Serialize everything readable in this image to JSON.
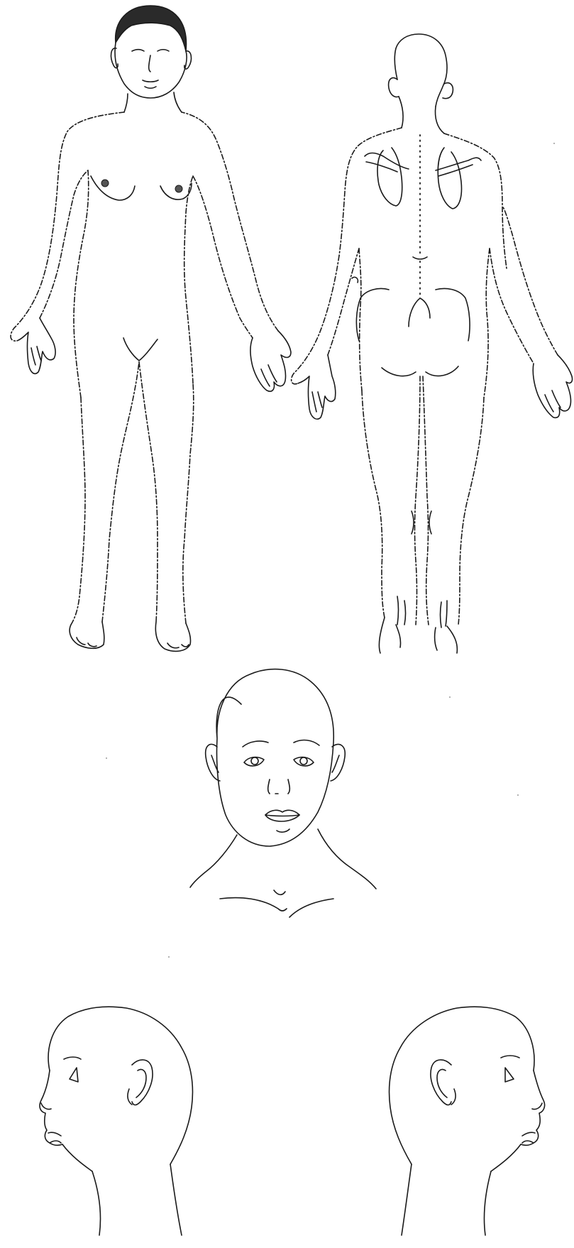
{
  "views": [
    {
      "id": "front",
      "name": "anterior-body-view"
    },
    {
      "id": "back",
      "name": "posterior-body-view"
    },
    {
      "id": "face",
      "name": "head-front-view"
    },
    {
      "id": "left",
      "name": "head-left-profile-view"
    },
    {
      "id": "right",
      "name": "head-right-profile-view"
    }
  ],
  "colors": {
    "background": "#ffffff",
    "line": "#1a1a1a"
  }
}
